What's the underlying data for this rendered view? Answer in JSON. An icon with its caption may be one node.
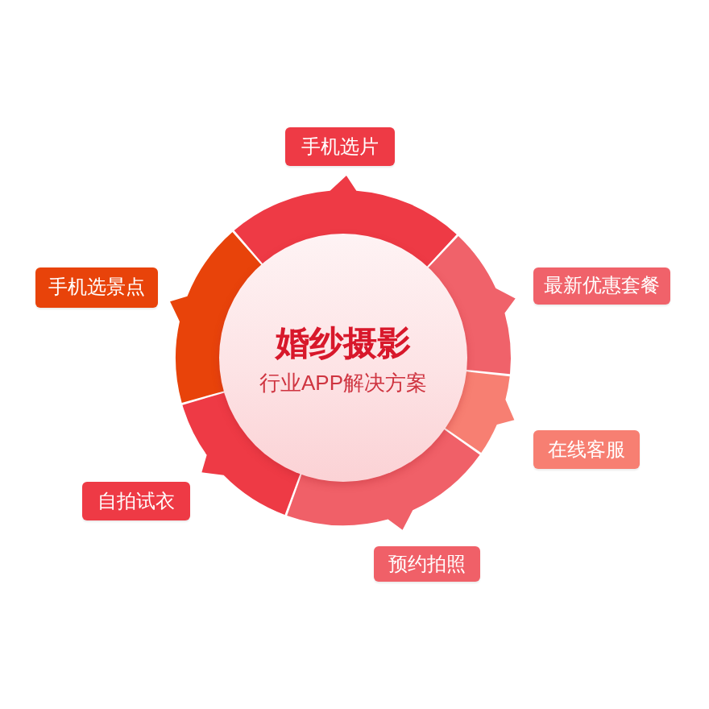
{
  "diagram": {
    "nodes": [
      {
        "text": [
          "婚纱摄影",
          "行业APP解决方案"
        ]
      },
      {
        "text": [
          "手机选片"
        ]
      },
      {
        "text": [
          "最新优惠套餐"
        ]
      },
      {
        "text": [
          "在线客服"
        ]
      },
      {
        "text": [
          "预约拍照"
        ]
      },
      {
        "text": [
          "自拍试衣"
        ]
      },
      {
        "text": [
          "手机选景点"
        ]
      }
    ]
  }
}
